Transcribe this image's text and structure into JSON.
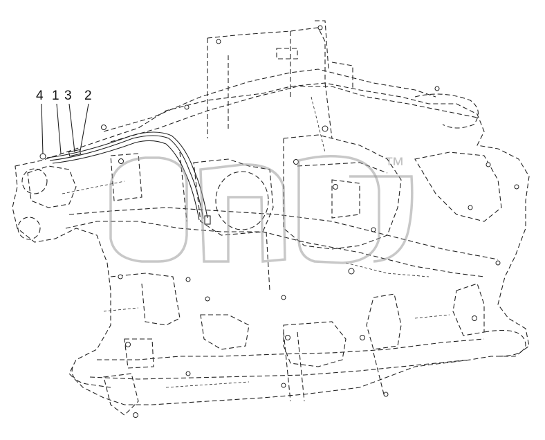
{
  "diagram": {
    "callouts": [
      {
        "id": "4",
        "label": "4"
      },
      {
        "id": "1",
        "label": "1"
      },
      {
        "id": "3",
        "label": "3"
      },
      {
        "id": "2",
        "label": "2"
      }
    ],
    "watermark": {
      "text": "™"
    },
    "colors": {
      "line": "#222222",
      "watermark": "#9a9a9a",
      "background": "#ffffff"
    }
  }
}
